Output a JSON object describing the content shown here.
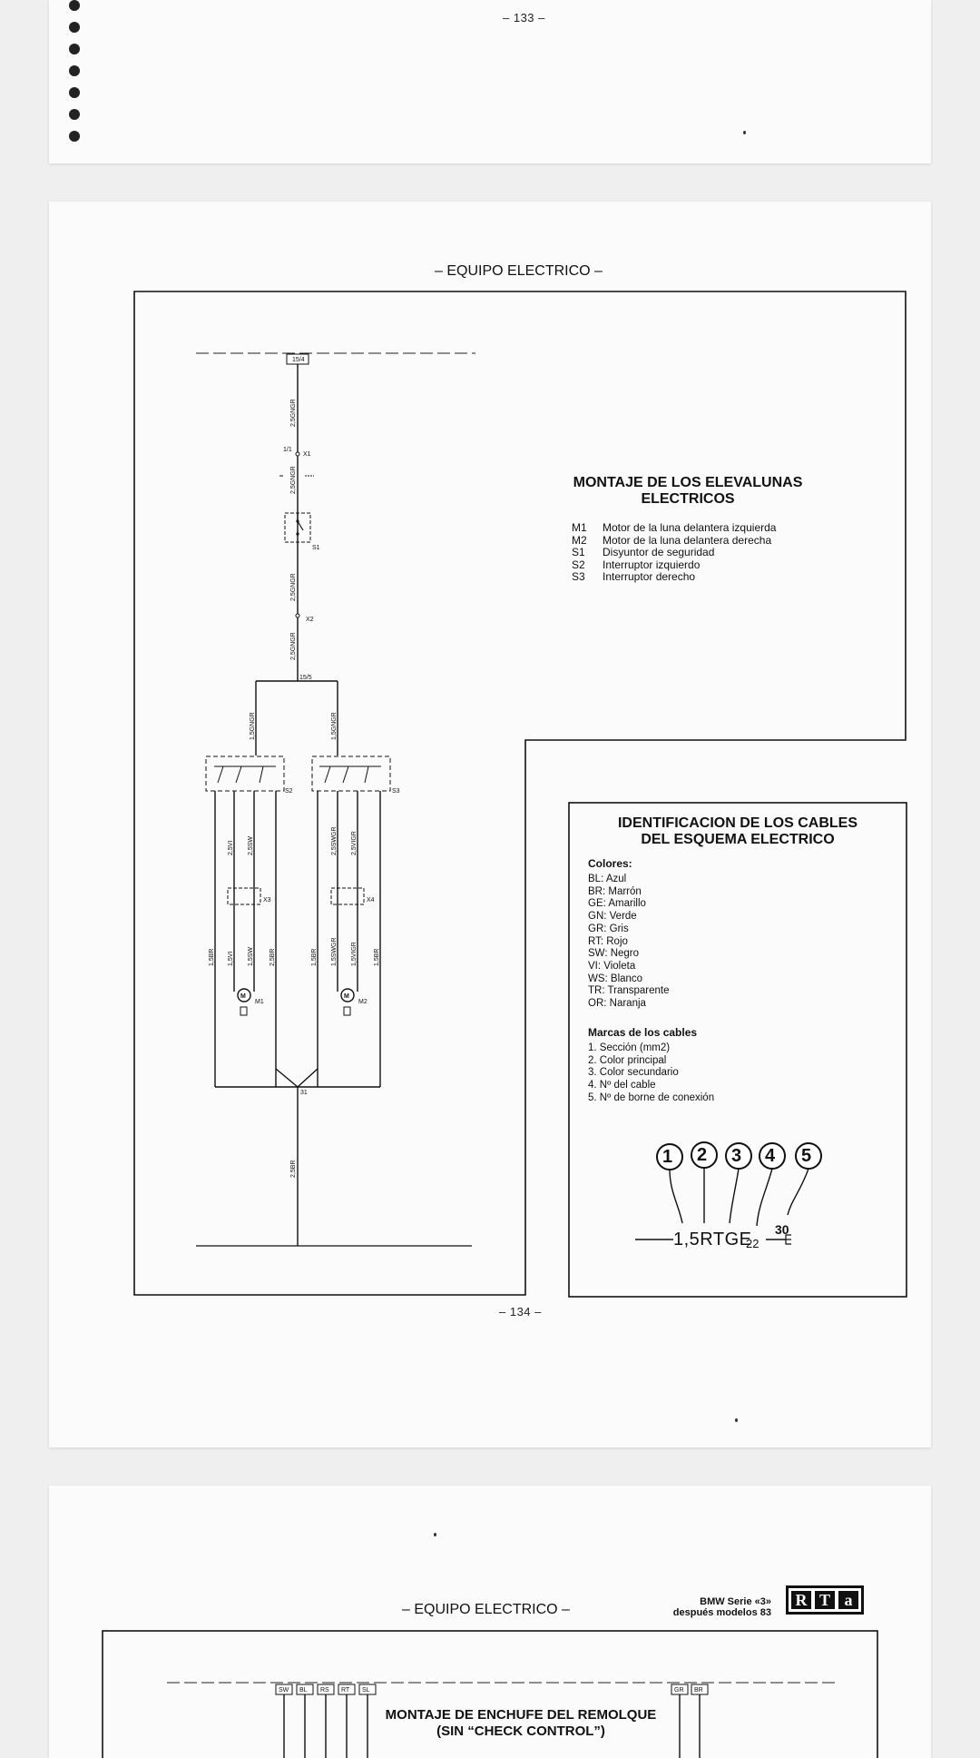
{
  "pages": {
    "p133": {
      "page_number": "– 133 –"
    },
    "p134": {
      "header": "– EQUIPO ELECTRICO –",
      "page_number": "– 134 –",
      "montage": {
        "title_line1": "MONTAJE DE LOS ELEVALUNAS",
        "title_line2": "ELECTRICOS",
        "legend": [
          {
            "code": "M1",
            "text": "Motor de la luna delantera izquierda"
          },
          {
            "code": "M2",
            "text": "Motor de la luna delantera derecha"
          },
          {
            "code": "S1",
            "text": "Disyuntor de seguridad"
          },
          {
            "code": "S2",
            "text": "Interruptor izquierdo"
          },
          {
            "code": "S3",
            "text": "Interruptor derecho"
          }
        ]
      },
      "identificacion": {
        "title_line1": "IDENTIFICACION DE LOS CABLES",
        "title_line2": "DEL ESQUEMA ELECTRICO",
        "colores_heading": "Colores:",
        "colores": [
          "BL: Azul",
          "BR: Marrón",
          "GE: Amarillo",
          "GN: Verde",
          "GR: Gris",
          "RT: Rojo",
          "SW: Negro",
          "VI: Violeta",
          "WS: Blanco",
          "TR: Transparente",
          "OR: Naranja"
        ],
        "marcas_heading": "Marcas de los cables",
        "marcas": [
          "1. Sección (mm2)",
          "2. Color principal",
          "3. Color secundario",
          "4. Nº del cable",
          "5. Nº de borne de conexión"
        ],
        "circles": [
          "1",
          "2",
          "3",
          "4",
          "5"
        ],
        "cable_code": "1,5RTGE",
        "cable_number": "22",
        "borne": "30"
      },
      "wiring": {
        "labels": {
          "top_box": "15/4",
          "wire1": "2,5GNGR",
          "x1_pin": "1/1",
          "x1": "X1",
          "wire2": "2,5GNGR",
          "s1": "S1",
          "wire3": "2,5GNGR",
          "x2": "X2",
          "wire4": "2,5GNGR",
          "split_node": "15/5",
          "left_branch": "1,5GNGR",
          "right_branch": "1,5GNGR",
          "s2": "S2",
          "s3": "S3",
          "x3": "X3",
          "x4": "X4",
          "m1": "M1",
          "m2": "M2",
          "lw1": "2,5VI",
          "lw2": "2,5SW",
          "rw1": "2,5SWGR",
          "rw2": "2,5VIGR",
          "lb1": "1,5BR",
          "lb2": "1,5VI",
          "lb3": "1,5SW",
          "lb4": "2,5BR",
          "rb1": "1,5BR",
          "rb2": "1,5SWGR",
          "rb3": "1,5VIGR",
          "rb4": "1,5BR",
          "ground_node": "31",
          "bottom_wire": "2,5BR"
        }
      }
    },
    "p135": {
      "header": "– EQUIPO ELECTRICO –",
      "brand_line1": "BMW Serie «3»",
      "brand_line2": "después modelos 83",
      "logo_letters": [
        "R",
        "T",
        "a"
      ],
      "title_line1": "MONTAJE DE ENCHUFE DEL REMOLQUE",
      "title_line2": "(SIN “CHECK CONTROL”)",
      "connector_labels": [
        "SW",
        "BL",
        "RS",
        "RT",
        "SL",
        "GR",
        "BR"
      ]
    }
  }
}
